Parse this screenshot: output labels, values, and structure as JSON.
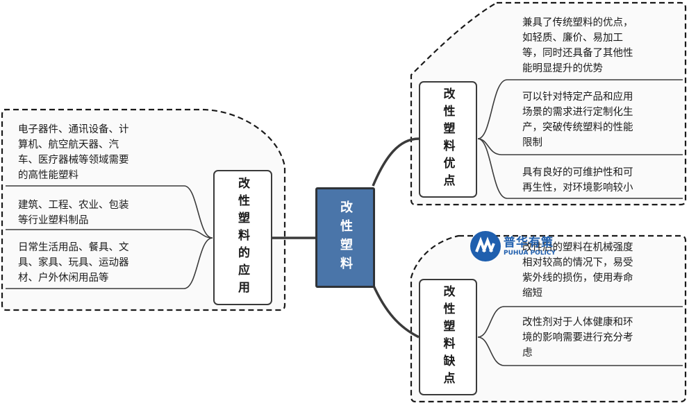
{
  "center": {
    "label": "改性塑料"
  },
  "branches": {
    "applications": {
      "label": "改性塑料的应用",
      "items": [
        "电子器件、通讯设备、计\n算机、航空航天器、汽\n车、医疗器械等领域需要\n的高性能塑料",
        "建筑、工程、农业、包装\n等行业塑料制品",
        "日常生活用品、餐具、文\n具、家具、玩具、运动器\n材、户外休闲用品等"
      ]
    },
    "advantages": {
      "label": "改性塑料优点",
      "items": [
        "兼具了传统塑料的优点，\n如轻质、廉价、易加工\n等，同时还具备了其他性\n能明显提升的优势",
        "可以针对特定产品和应用\n场景的需求进行定制化生\n产，突破传统塑料的性能\n限制",
        "具有良好的可维护性和可\n再生性，对环境影响较小"
      ]
    },
    "disadvantages": {
      "label": "改性塑料缺点",
      "items": [
        "改性后的塑料在机械强度\n相对较高的情况下，易受\n紫外线的损伤，使用寿命\n缩短",
        "改性剂对于人体健康和环\n境的影响需要进行充分考\n虑"
      ]
    }
  },
  "watermark": {
    "name": "普华有策",
    "subtitle": "PUHUA POLICY"
  },
  "colors": {
    "center_fill": "#4a75a9",
    "line": "#3a3a3a",
    "logo": "#1f5fae"
  }
}
